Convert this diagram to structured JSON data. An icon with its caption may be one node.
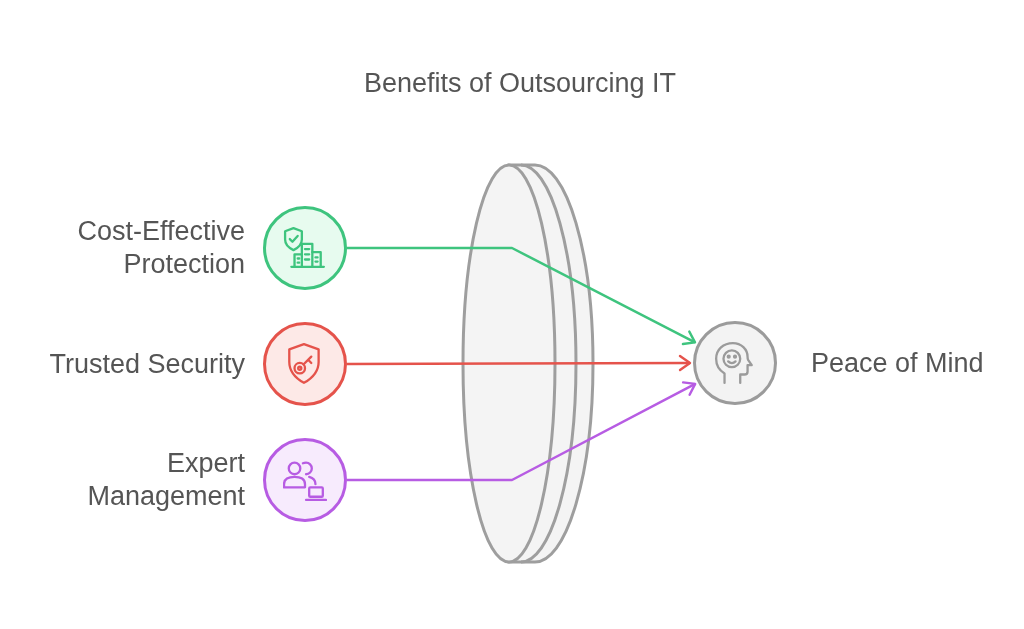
{
  "diagram": {
    "title": "Benefits of Outsourcing IT",
    "nodes": [
      {
        "text": [
          "Cost-Effective Protection"
        ]
      },
      {
        "text": [
          "Trusted Security"
        ]
      },
      {
        "text": [
          "Expert Management"
        ]
      },
      {
        "text": [
          "Peace of Mind"
        ]
      }
    ],
    "edges": [
      {
        "from": 0,
        "to": 3,
        "arrow": "to",
        "color": "#3ec47e"
      },
      {
        "from": 1,
        "to": 3,
        "arrow": "to",
        "color": "#e5534b"
      },
      {
        "from": 2,
        "to": 3,
        "arrow": "to",
        "color": "#b75ce3"
      }
    ]
  }
}
